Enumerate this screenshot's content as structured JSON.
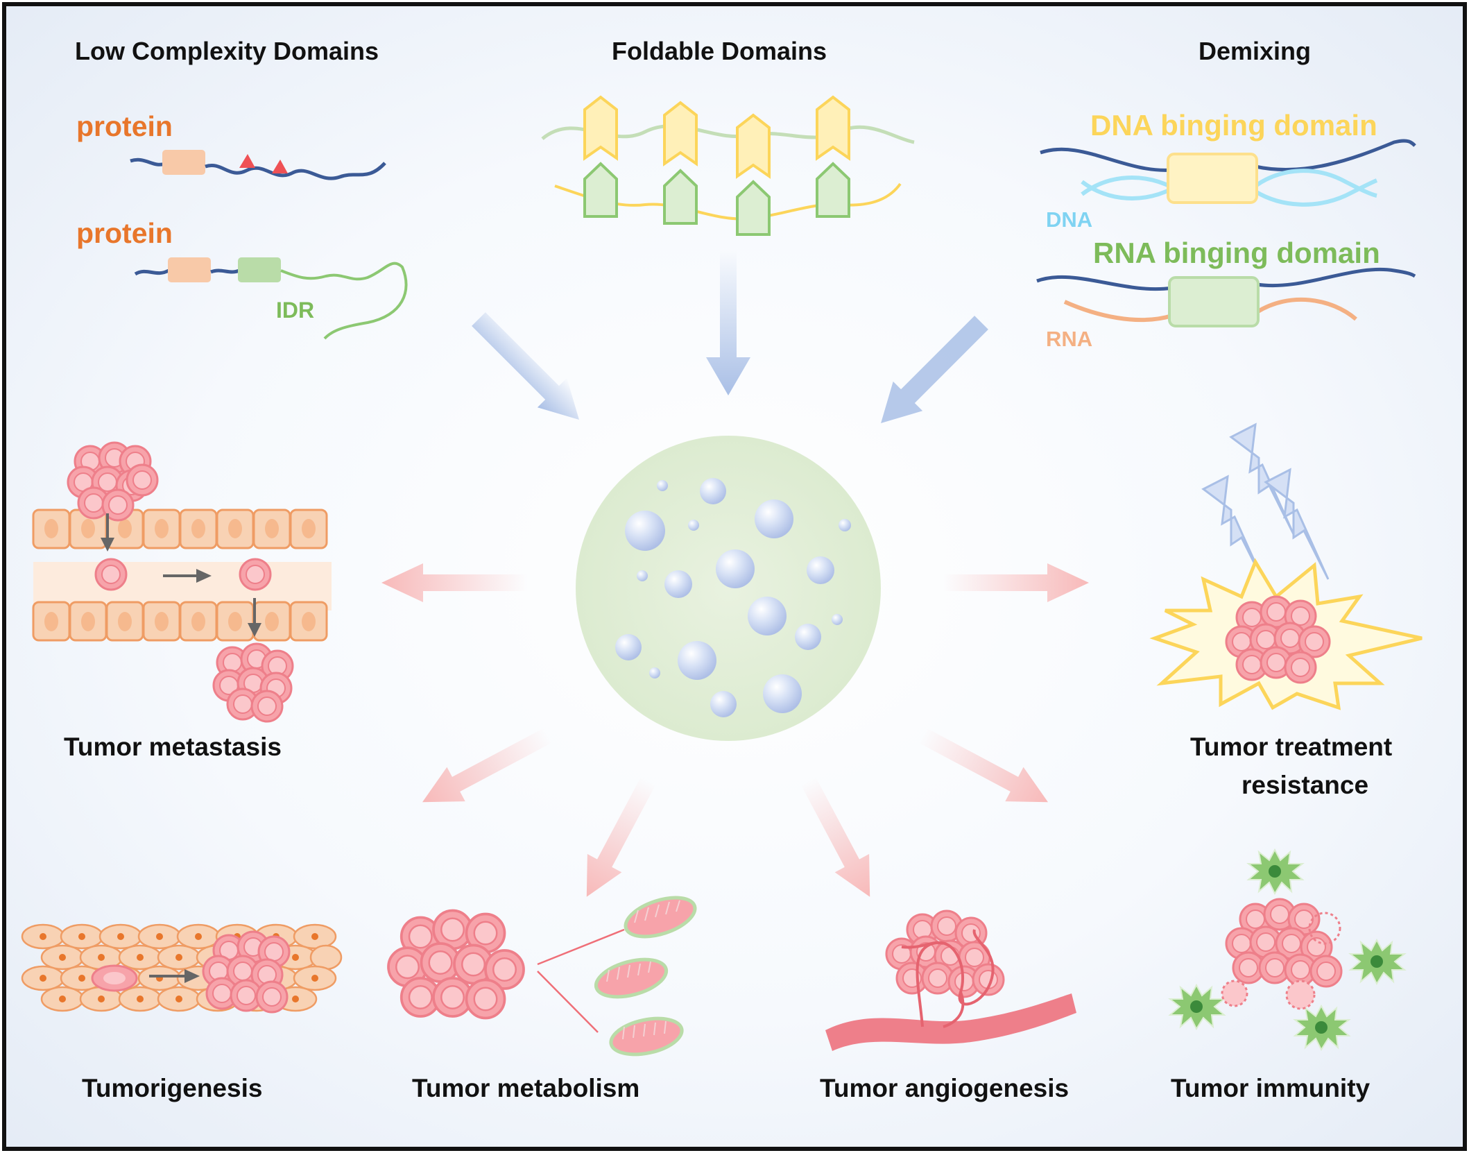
{
  "sections": {
    "low_complexity": {
      "title": "Low Complexity Domains",
      "protein_label_1": "protein",
      "protein_label_2": "protein",
      "idr_label": "IDR"
    },
    "foldable": {
      "title": "Foldable Domains"
    },
    "demixing": {
      "title": "Demixing",
      "dna_domain_label": "DNA binging domain",
      "dna_label": "DNA",
      "rna_domain_label": "RNA binging domain",
      "rna_label": "RNA"
    }
  },
  "outcomes": {
    "metastasis": "Tumor metastasis",
    "resistance_line1": "Tumor treatment",
    "resistance_line2": "resistance",
    "tumorigenesis": "Tumorigenesis",
    "metabolism": "Tumor metabolism",
    "angiogenesis": "Tumor angiogenesis",
    "immunity": "Tumor immunity"
  },
  "colors": {
    "input_arrow": "#a9bfe6",
    "output_arrow": "#f8b9b9",
    "droplet_fill": "#e3efd8",
    "cell_pink": "#f7a3aa",
    "endothelium_orange": "#f8d2b4",
    "frame": "#111111"
  }
}
